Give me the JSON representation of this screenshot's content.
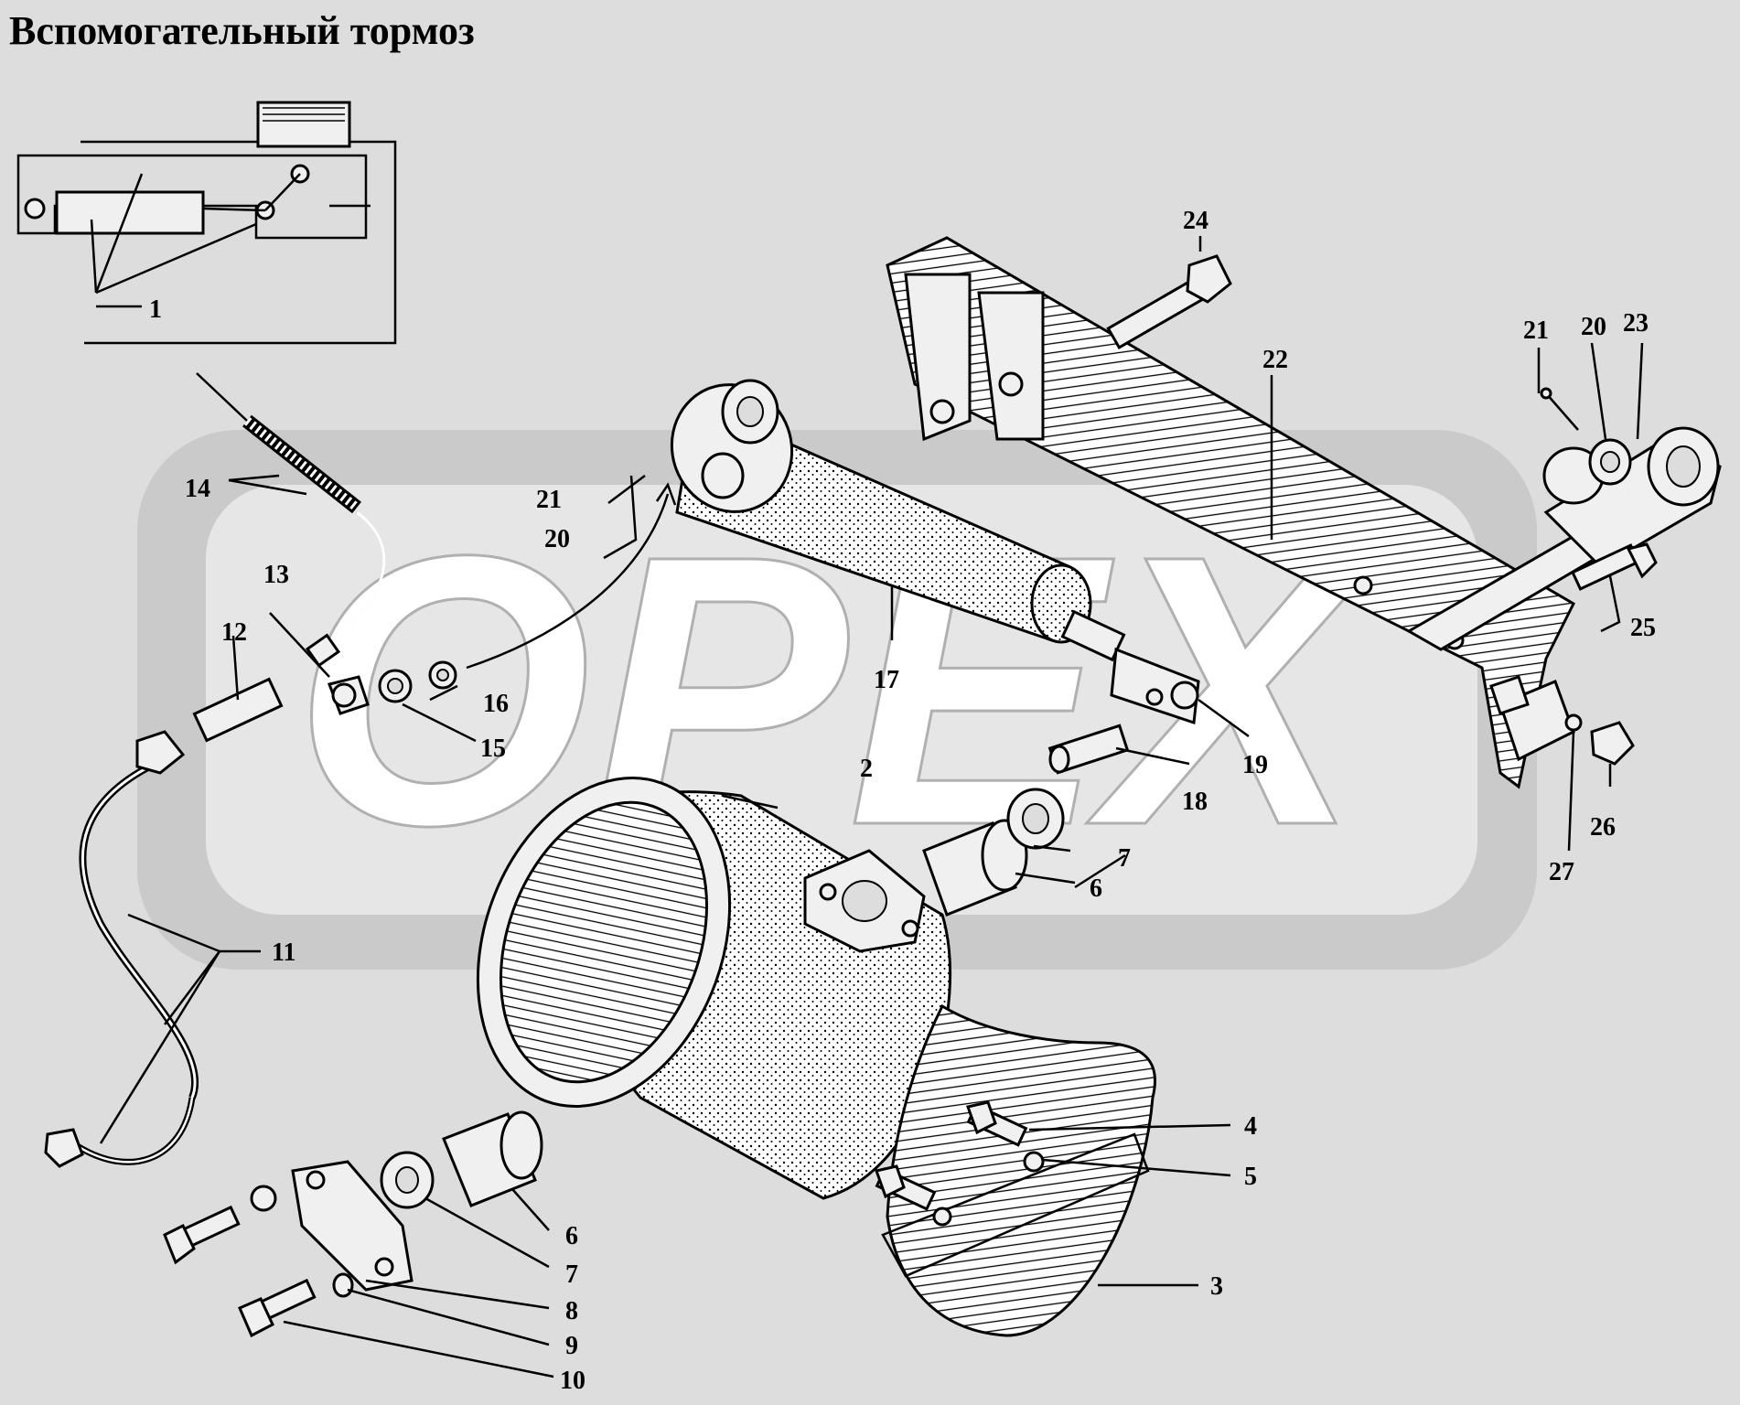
{
  "title": "Вспомогательный тормоз",
  "watermark": "OPEX",
  "colors": {
    "background": "#dddddd",
    "ink": "#000000",
    "watermark": "#c4c4c4",
    "part_fill": "#f0f0f0"
  },
  "callouts": [
    "1",
    "2",
    "3",
    "4",
    "5",
    "6",
    "7",
    "8",
    "9",
    "10",
    "11",
    "12",
    "13",
    "14",
    "15",
    "16",
    "17",
    "18",
    "19",
    "20",
    "21",
    "22",
    "23",
    "24",
    "25",
    "26",
    "27"
  ]
}
